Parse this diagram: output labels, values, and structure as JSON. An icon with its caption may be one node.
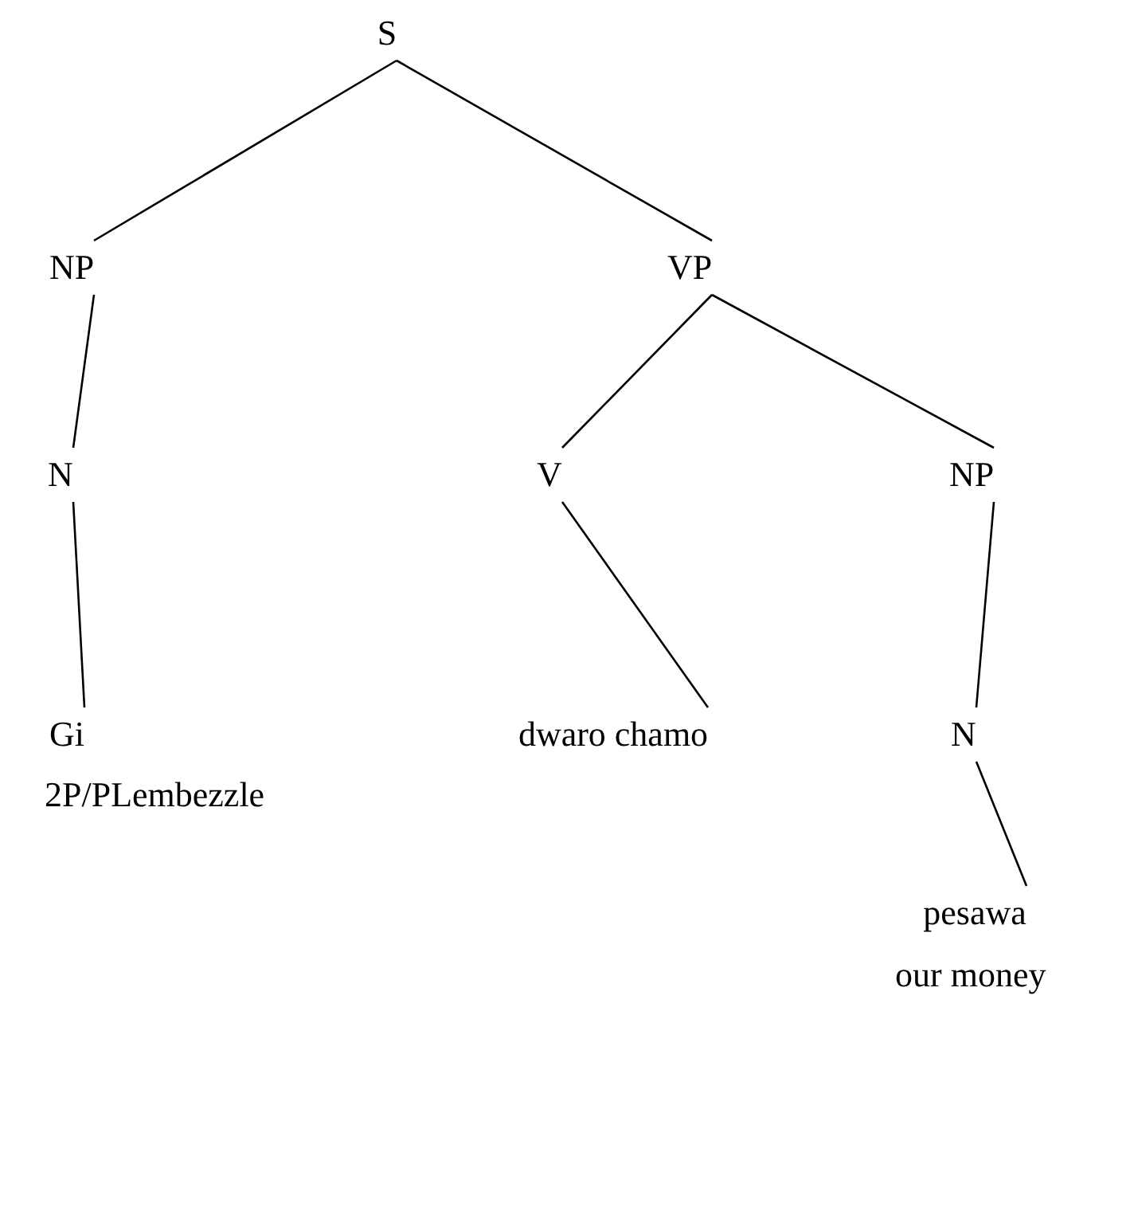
{
  "diagram": {
    "nodes": [
      {
        "text": [
          "S"
        ]
      },
      {
        "text": [
          "NP"
        ]
      },
      {
        "text": [
          "VP"
        ]
      },
      {
        "text": [
          "N"
        ]
      },
      {
        "text": [
          "V"
        ]
      },
      {
        "text": [
          "NP"
        ]
      },
      {
        "text": [
          "Gi"
        ]
      },
      {
        "text": [
          "dwaro chamo"
        ]
      },
      {
        "text": [
          "N"
        ]
      },
      {
        "text": [
          "pesawa"
        ]
      }
    ],
    "edges": [
      {
        "from": 0,
        "to": 1,
        "arrow": "none"
      },
      {
        "from": 0,
        "to": 2,
        "arrow": "none"
      },
      {
        "from": 1,
        "to": 3,
        "arrow": "none"
      },
      {
        "from": 2,
        "to": 4,
        "arrow": "none"
      },
      {
        "from": 2,
        "to": 5,
        "arrow": "none"
      },
      {
        "from": 3,
        "to": 6,
        "arrow": "none"
      },
      {
        "from": 4,
        "to": 7,
        "arrow": "none"
      },
      {
        "from": 5,
        "to": 8,
        "arrow": "none"
      },
      {
        "from": 8,
        "to": 9,
        "arrow": "none"
      }
    ],
    "labels": [
      "2P/PLembezzle",
      "our money"
    ]
  }
}
